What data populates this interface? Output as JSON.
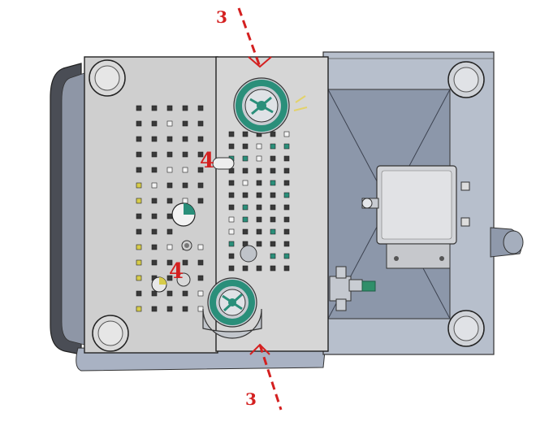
{
  "labels": {
    "section_top": "3",
    "section_bottom": "3",
    "part_upper": "4",
    "part_lower": "4"
  },
  "colors": {
    "callout_red": "#d42020",
    "plate_gray": "#cfcfcf",
    "frame_blue_gray": "#b7bfcc",
    "shadow_blue": "#8c97aa",
    "seal_green": "#2a8f7a",
    "hole_dark": "#3a3a3a",
    "hole_yellow": "#d7cc4a"
  }
}
